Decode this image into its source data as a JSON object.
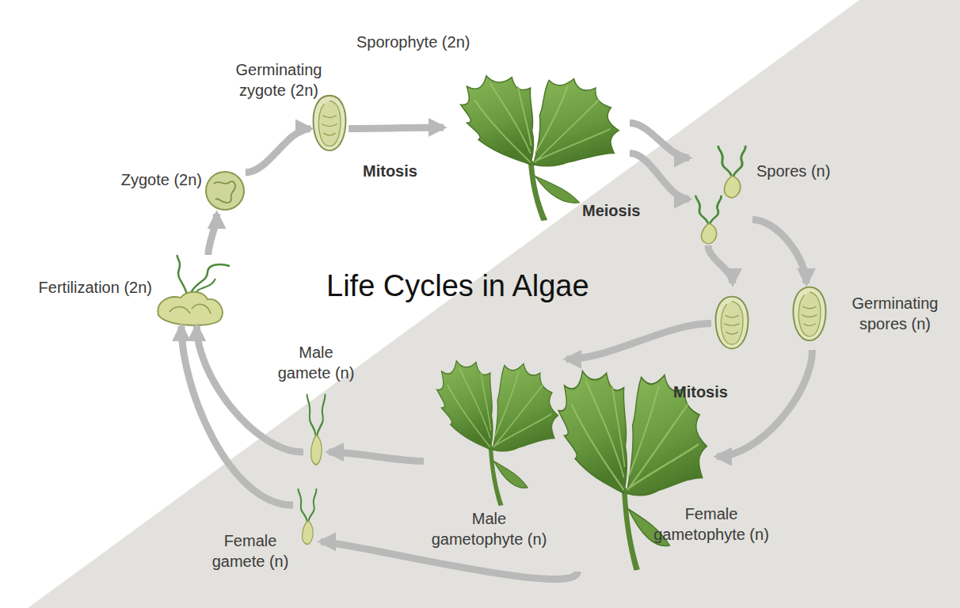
{
  "diagram": {
    "title": "Life Cycles in Algae",
    "nodes": [
      {
        "text": [
          "Sporophyte (2n)"
        ]
      },
      {
        "text": [
          "Spores (n)"
        ]
      },
      {
        "text": [
          "Germinating spores (n)"
        ]
      },
      {
        "text": [
          "Female gametophyte (n)"
        ]
      },
      {
        "text": [
          "Male gametophyte (n)"
        ]
      },
      {
        "text": [
          "Male gamete (n)"
        ]
      },
      {
        "text": [
          "Female gamete (n)"
        ]
      },
      {
        "text": [
          "Fertilization (2n)"
        ]
      },
      {
        "text": [
          "Zygote (2n)"
        ]
      },
      {
        "text": [
          "Germinating zygote (2n)"
        ]
      }
    ],
    "edges": [
      {
        "from": 0,
        "to": 1,
        "arrow": "to"
      },
      {
        "from": 0,
        "to": 1,
        "arrow": "to"
      },
      {
        "from": 1,
        "to": 2,
        "arrow": "to"
      },
      {
        "from": 1,
        "to": 2,
        "arrow": "to"
      },
      {
        "from": 2,
        "to": 4,
        "arrow": "to"
      },
      {
        "from": 2,
        "to": 3,
        "arrow": "to"
      },
      {
        "from": 4,
        "to": 5,
        "arrow": "to"
      },
      {
        "from": 3,
        "to": 6,
        "arrow": "to"
      },
      {
        "from": 5,
        "to": 7,
        "arrow": "to"
      },
      {
        "from": 6,
        "to": 7,
        "arrow": "to"
      },
      {
        "from": 7,
        "to": 8,
        "arrow": "to"
      },
      {
        "from": 8,
        "to": 9,
        "arrow": "to"
      },
      {
        "from": 9,
        "to": 0,
        "arrow": "to"
      }
    ],
    "labels": [
      "Mitosis",
      "Meiosis",
      "Mitosis"
    ]
  }
}
